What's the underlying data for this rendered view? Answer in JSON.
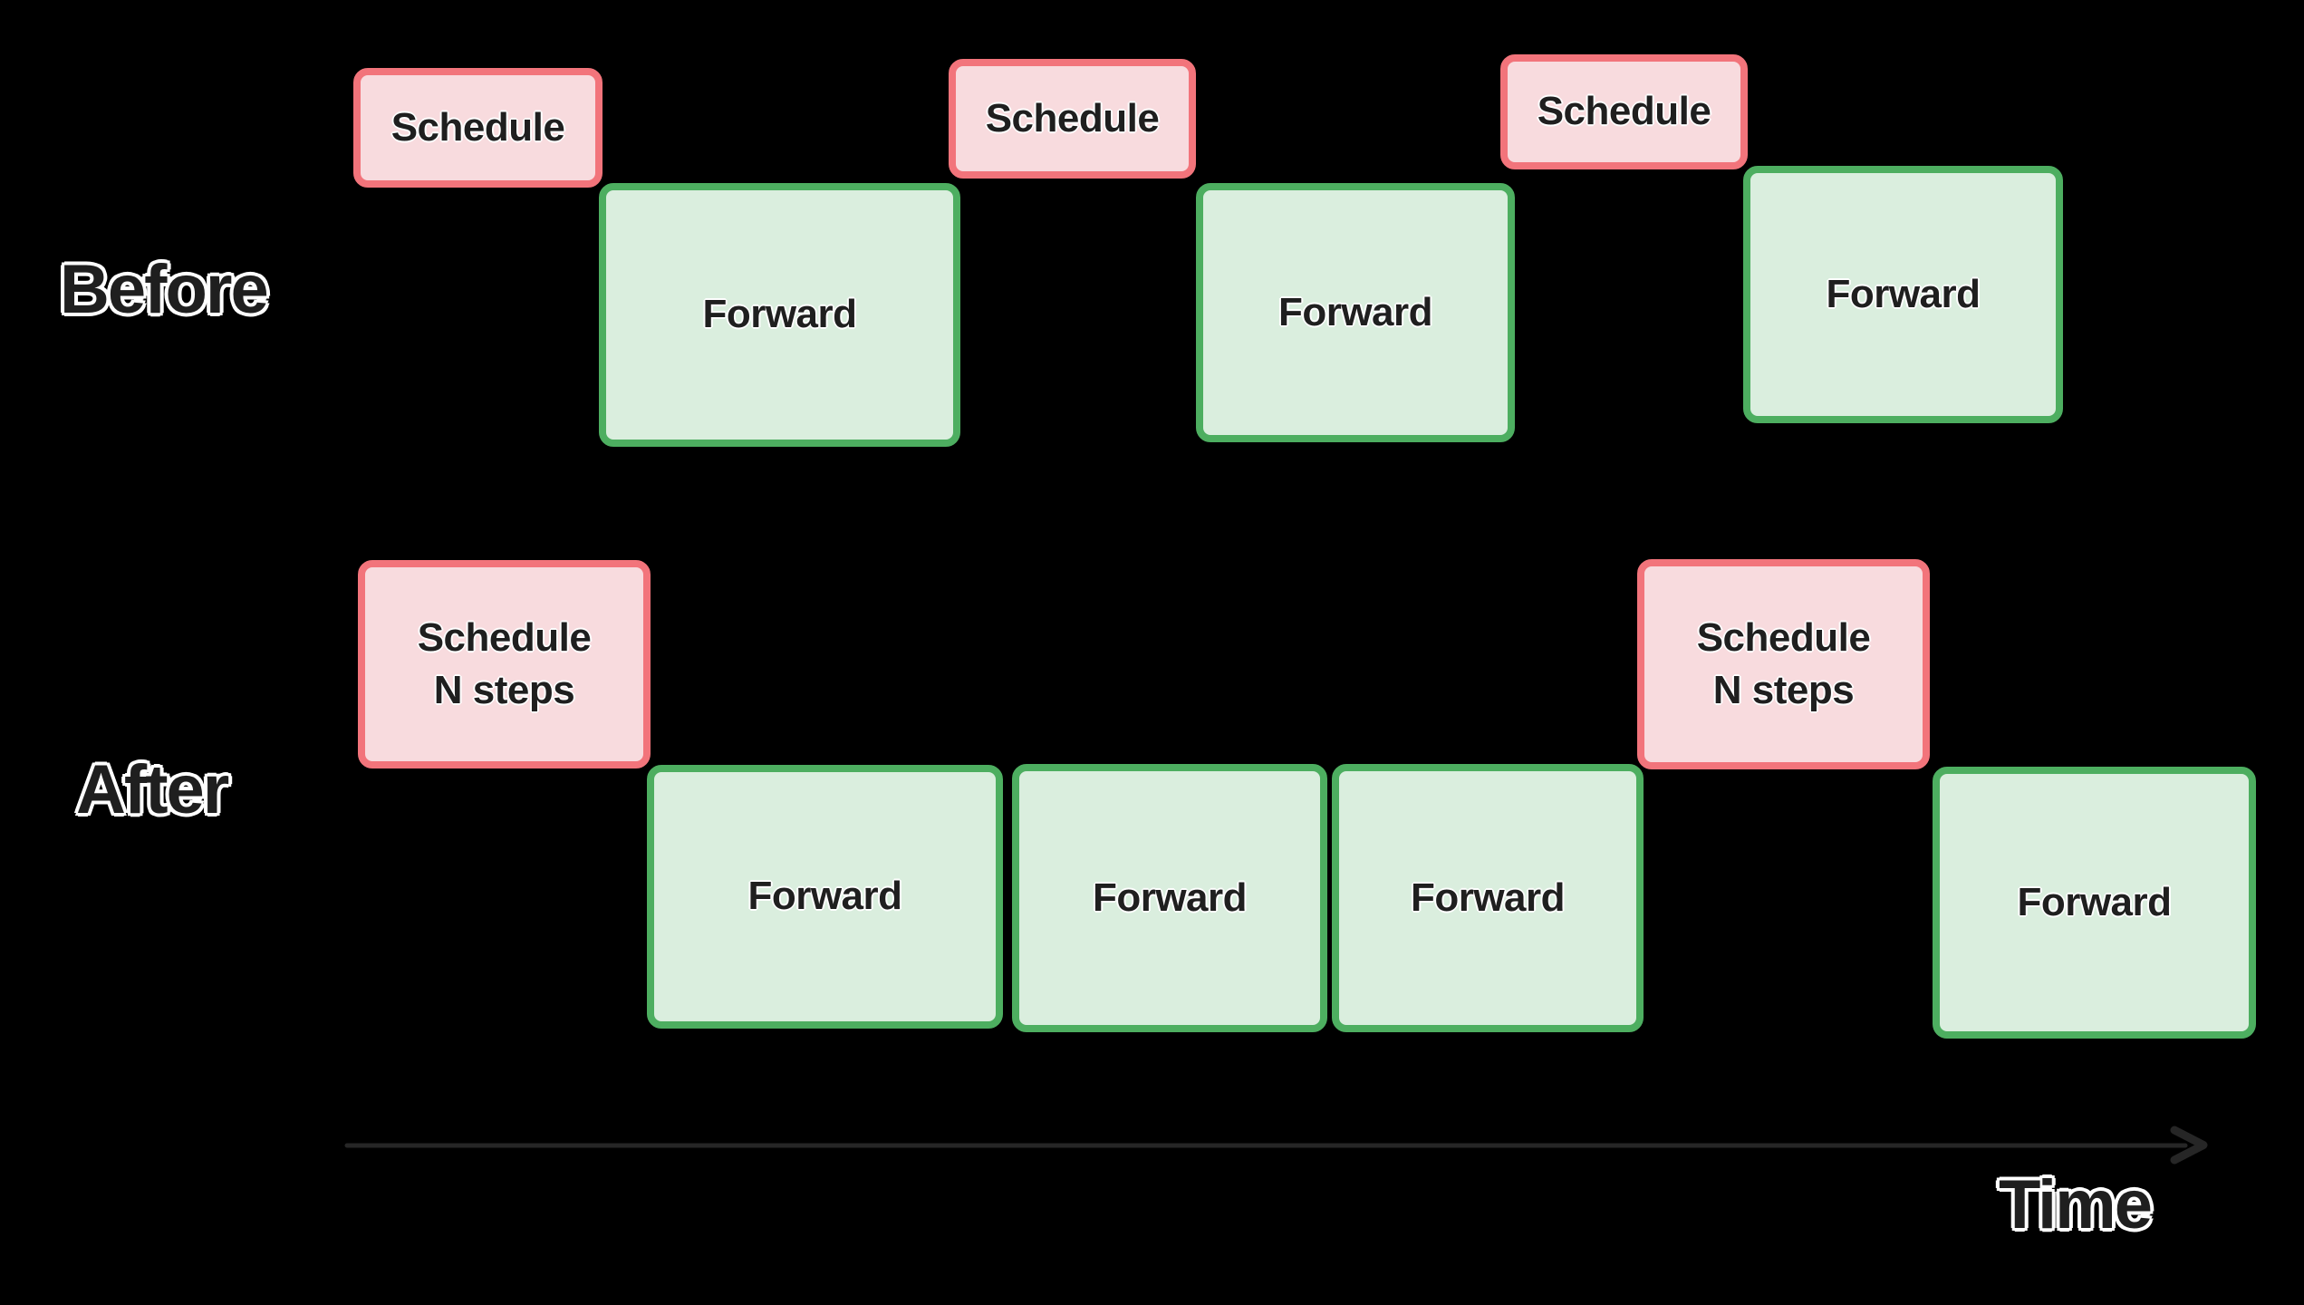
{
  "background": "#000000",
  "colors": {
    "schedule_border": "#f2747b",
    "schedule_fill": "#f8dbde",
    "forward_border": "#4dae60",
    "forward_fill": "#daeede",
    "box_text": "#1f1f1f",
    "heading_text": "#1f1f1f",
    "heading_outline": "#ffffff",
    "arrow": "#262626"
  },
  "rows": {
    "before": {
      "label": "Before",
      "boxes": [
        {
          "kind": "schedule",
          "label": "Schedule"
        },
        {
          "kind": "forward",
          "label": "Forward"
        },
        {
          "kind": "schedule",
          "label": "Schedule"
        },
        {
          "kind": "forward",
          "label": "Forward"
        },
        {
          "kind": "schedule",
          "label": "Schedule"
        },
        {
          "kind": "forward",
          "label": "Forward"
        }
      ]
    },
    "after": {
      "label": "After",
      "boxes": [
        {
          "kind": "schedule",
          "label_line1": "Schedule",
          "label_line2": "N steps"
        },
        {
          "kind": "forward",
          "label": "Forward"
        },
        {
          "kind": "forward",
          "label": "Forward"
        },
        {
          "kind": "forward",
          "label": "Forward"
        },
        {
          "kind": "schedule",
          "label_line1": "Schedule",
          "label_line2": "N steps"
        },
        {
          "kind": "forward",
          "label": "Forward"
        }
      ]
    }
  },
  "axis": {
    "label": "Time"
  }
}
